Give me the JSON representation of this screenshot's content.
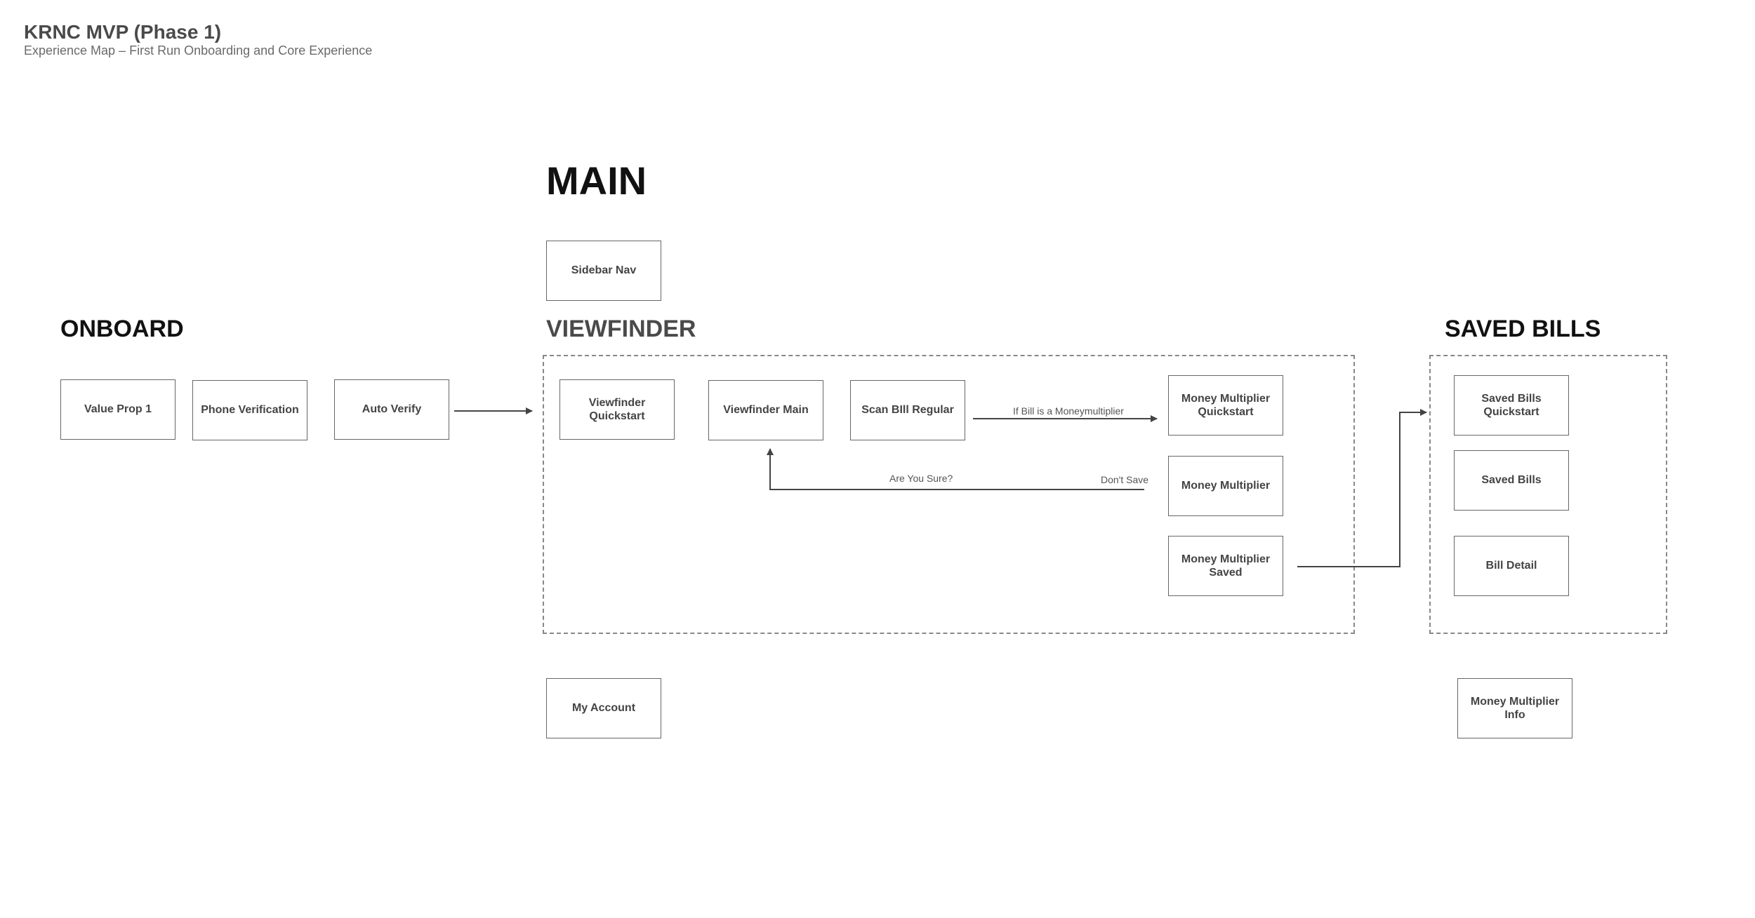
{
  "header": {
    "title": "KRNC MVP (Phase 1)",
    "subtitle": "Experience Map – First Run Onboarding and Core Experience"
  },
  "sections": {
    "main": "MAIN",
    "onboard": "ONBOARD",
    "viewfinder": "VIEWFINDER",
    "saved_bills": "SAVED BILLS"
  },
  "nodes": {
    "sidebar_nav": "Sidebar Nav",
    "value_prop_1": "Value Prop 1",
    "phone_verification": "Phone Verification",
    "auto_verify": "Auto Verify",
    "viewfinder_quickstart": "Viewfinder Quickstart",
    "viewfinder_main": "Viewfinder Main",
    "scan_bill_regular": "Scan BIll Regular",
    "money_multiplier_quickstart": "Money Multiplier Quickstart",
    "money_multiplier": "Money Multiplier",
    "money_multiplier_saved": "Money Multiplier Saved",
    "saved_bills_quickstart": "Saved Bills Quickstart",
    "saved_bills": "Saved Bills",
    "bill_detail": "Bill Detail",
    "my_account": "My Account",
    "money_multiplier_info": "Money Multiplier Info"
  },
  "edge_labels": {
    "if_bill": "If Bill is a Moneymultiplier",
    "are_you_sure": "Are You Sure?",
    "dont_save": "Don't Save"
  },
  "colors": {
    "node_border": "#666666",
    "line": "#444444",
    "region_border": "#888888",
    "heading": "#111111"
  }
}
